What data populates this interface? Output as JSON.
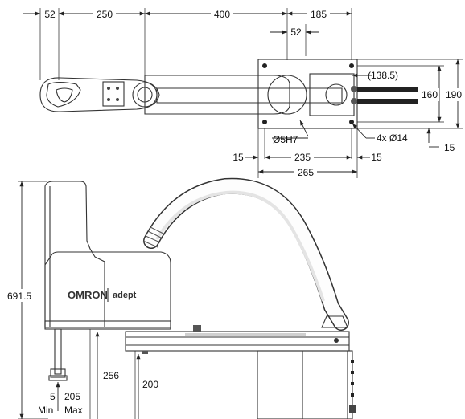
{
  "top_view": {
    "dims": {
      "d52": "52",
      "d250": "250",
      "d400": "400",
      "d185": "185",
      "d52b": "52",
      "d138": "(138.5)",
      "d160": "160",
      "d190": "190",
      "d5h7": "Ø5H7",
      "d4x14": "4x Ø14",
      "d15a": "15",
      "d235": "235",
      "d15b": "15",
      "d15c": "15",
      "d265": "265"
    }
  },
  "side_view": {
    "dims": {
      "d691": "691.5",
      "d256": "256",
      "d200": "200",
      "d5": "5",
      "d205": "205",
      "min": "Min",
      "max": "Max"
    },
    "brand": {
      "omron": "OMRON",
      "adept": "adept"
    }
  },
  "colors": {
    "line": "#222222",
    "body_fill": "#ffffff",
    "shade": "#e9e9e9",
    "dark": "#444444"
  }
}
